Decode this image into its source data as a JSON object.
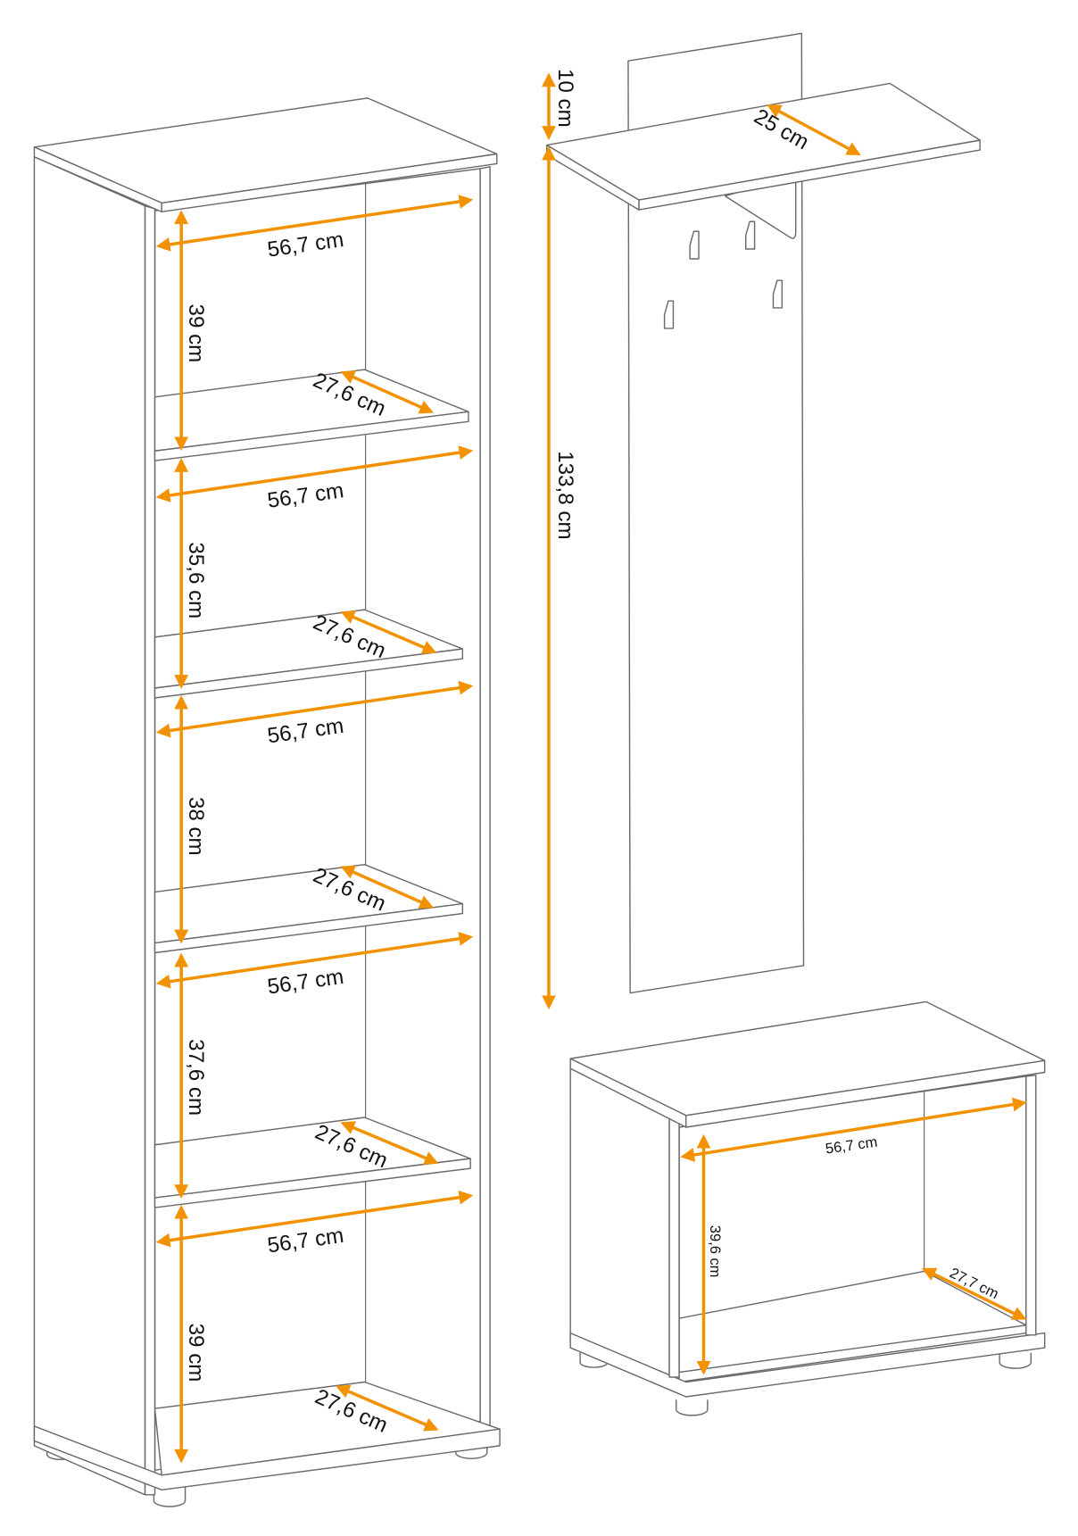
{
  "accent_color": "#f39200",
  "shelf_unit": {
    "widths": [
      "56,7 cm",
      "56,7 cm",
      "56,7 cm",
      "56,7 cm",
      "56,7 cm"
    ],
    "heights": [
      "39 cm",
      "35,6 cm",
      "38 cm",
      "37,6 cm",
      "39 cm"
    ],
    "depths": [
      "27,6 cm",
      "27,6 cm",
      "27,6 cm",
      "27,6 cm",
      "27,6 cm"
    ]
  },
  "coat_rack": {
    "top_height": "10 cm",
    "panel_height": "133,8 cm",
    "shelf_depth": "25 cm"
  },
  "bench": {
    "width": "56,7 cm",
    "height": "39,6 cm",
    "depth": "27,7 cm"
  }
}
